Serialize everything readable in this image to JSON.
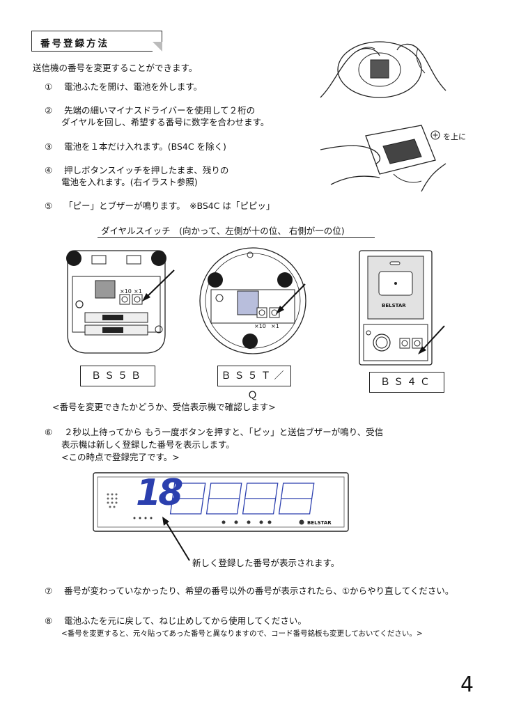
{
  "title": "番号登録方法",
  "intro": "送信機の番号を変更することができます。",
  "steps": {
    "s1": {
      "num": "①",
      "text": "電池ふたを開け、電池を外します。"
    },
    "s2": {
      "num": "②",
      "text": "先端の細いマイナスドライバーを使用して２桁の",
      "text2": "ダイヤルを回し、希望する番号に数字を合わせます。"
    },
    "s3": {
      "num": "③",
      "text": "電池を１本だけ入れます。(BS4C を除く)"
    },
    "s4": {
      "num": "④",
      "text": "押しボタンスイッチを押したまま、残りの",
      "text2": "電池を入れます。(右イラスト参照)"
    },
    "s5": {
      "num": "⑤",
      "text": "「ピー」とブザーが鳴ります。　※BS4C は「ピピッ」"
    },
    "s6": {
      "num": "⑥",
      "text": "２秒以上待ってから もう一度ボタンを押すと、「ピッ」と送信ブザーが鳴り、受信",
      "text2": "表示機は新しく登録した番号を表示します。",
      "text3": "<この時点で登録完了です。>"
    },
    "s7": {
      "num": "⑦",
      "text": "番号が変わっていなかったり、希望の番号以外の番号が表示されたら、①からやり直してください。"
    },
    "s8": {
      "num": "⑧",
      "text": "電池ふたを元に戻して、ねじ止めしてから使用してください。",
      "note": "<番号を変更すると、元々貼ってあった番号と異なりますので、コード番号銘板も変更しておいてください。>"
    }
  },
  "plus_up": "を上に",
  "dial_caption": "ダイヤルスイッチ　(向かって、左側が十の位、 右側が一の位)",
  "models": {
    "bs5b": "ＢＳ５Ｂ",
    "bs5tq": "ＢＳ５Ｔ／Ｑ",
    "bs4c": "ＢＳ４Ｃ"
  },
  "dial_labels": {
    "tens": "×10",
    "ones": "×1"
  },
  "confirm_note": "<番号を変更できたかどうか、受信表示機で確認します>",
  "display": {
    "number": "18",
    "brand": "BELSTAR"
  },
  "display_note": "新しく登録した番号が表示されます。",
  "page_number": "4",
  "colors": {
    "digit": "#2b3fae",
    "ink": "#111111"
  }
}
